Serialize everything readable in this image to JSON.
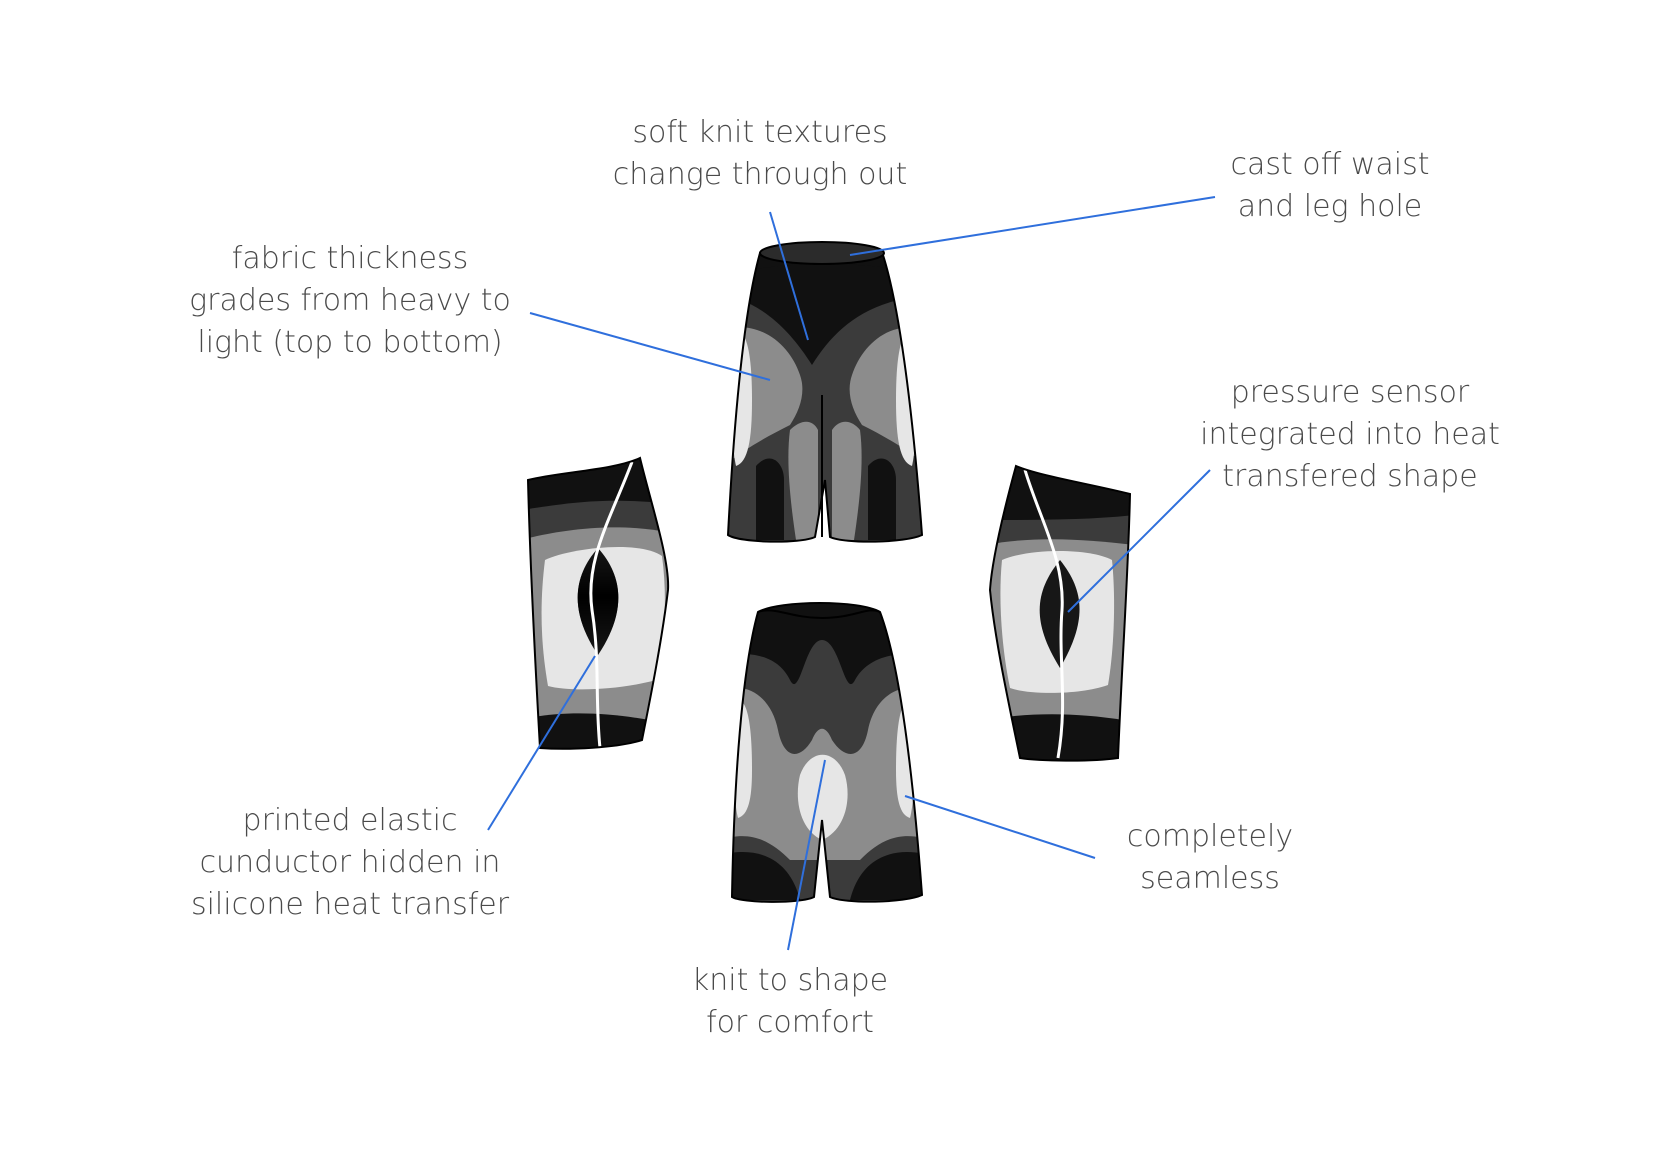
{
  "annotations": {
    "soft_knit": [
      "soft knit textures",
      "change through out"
    ],
    "cast_off": [
      "cast off waist",
      "and leg hole"
    ],
    "fabric_thickness": [
      "fabric thickness",
      "grades from heavy to",
      "light (top to bottom)"
    ],
    "pressure_sensor": [
      "pressure sensor",
      "integrated into heat",
      "transfered shape"
    ],
    "printed_elastic": [
      "printed elastic",
      "cunductor hidden in",
      "silicone  heat transfer"
    ],
    "seamless": [
      "completely",
      "seamless"
    ],
    "knit_to_shape": [
      "knit to shape",
      "for comfort"
    ]
  },
  "colors": {
    "leader_line": "#2f6fdc",
    "text": "#4a4a4a",
    "garment_black": "#111111",
    "garment_dark": "#3b3b3b",
    "garment_mid": "#8c8c8c",
    "garment_light": "#e6e6e6"
  },
  "views": [
    "front",
    "back",
    "left-side",
    "right-side"
  ]
}
